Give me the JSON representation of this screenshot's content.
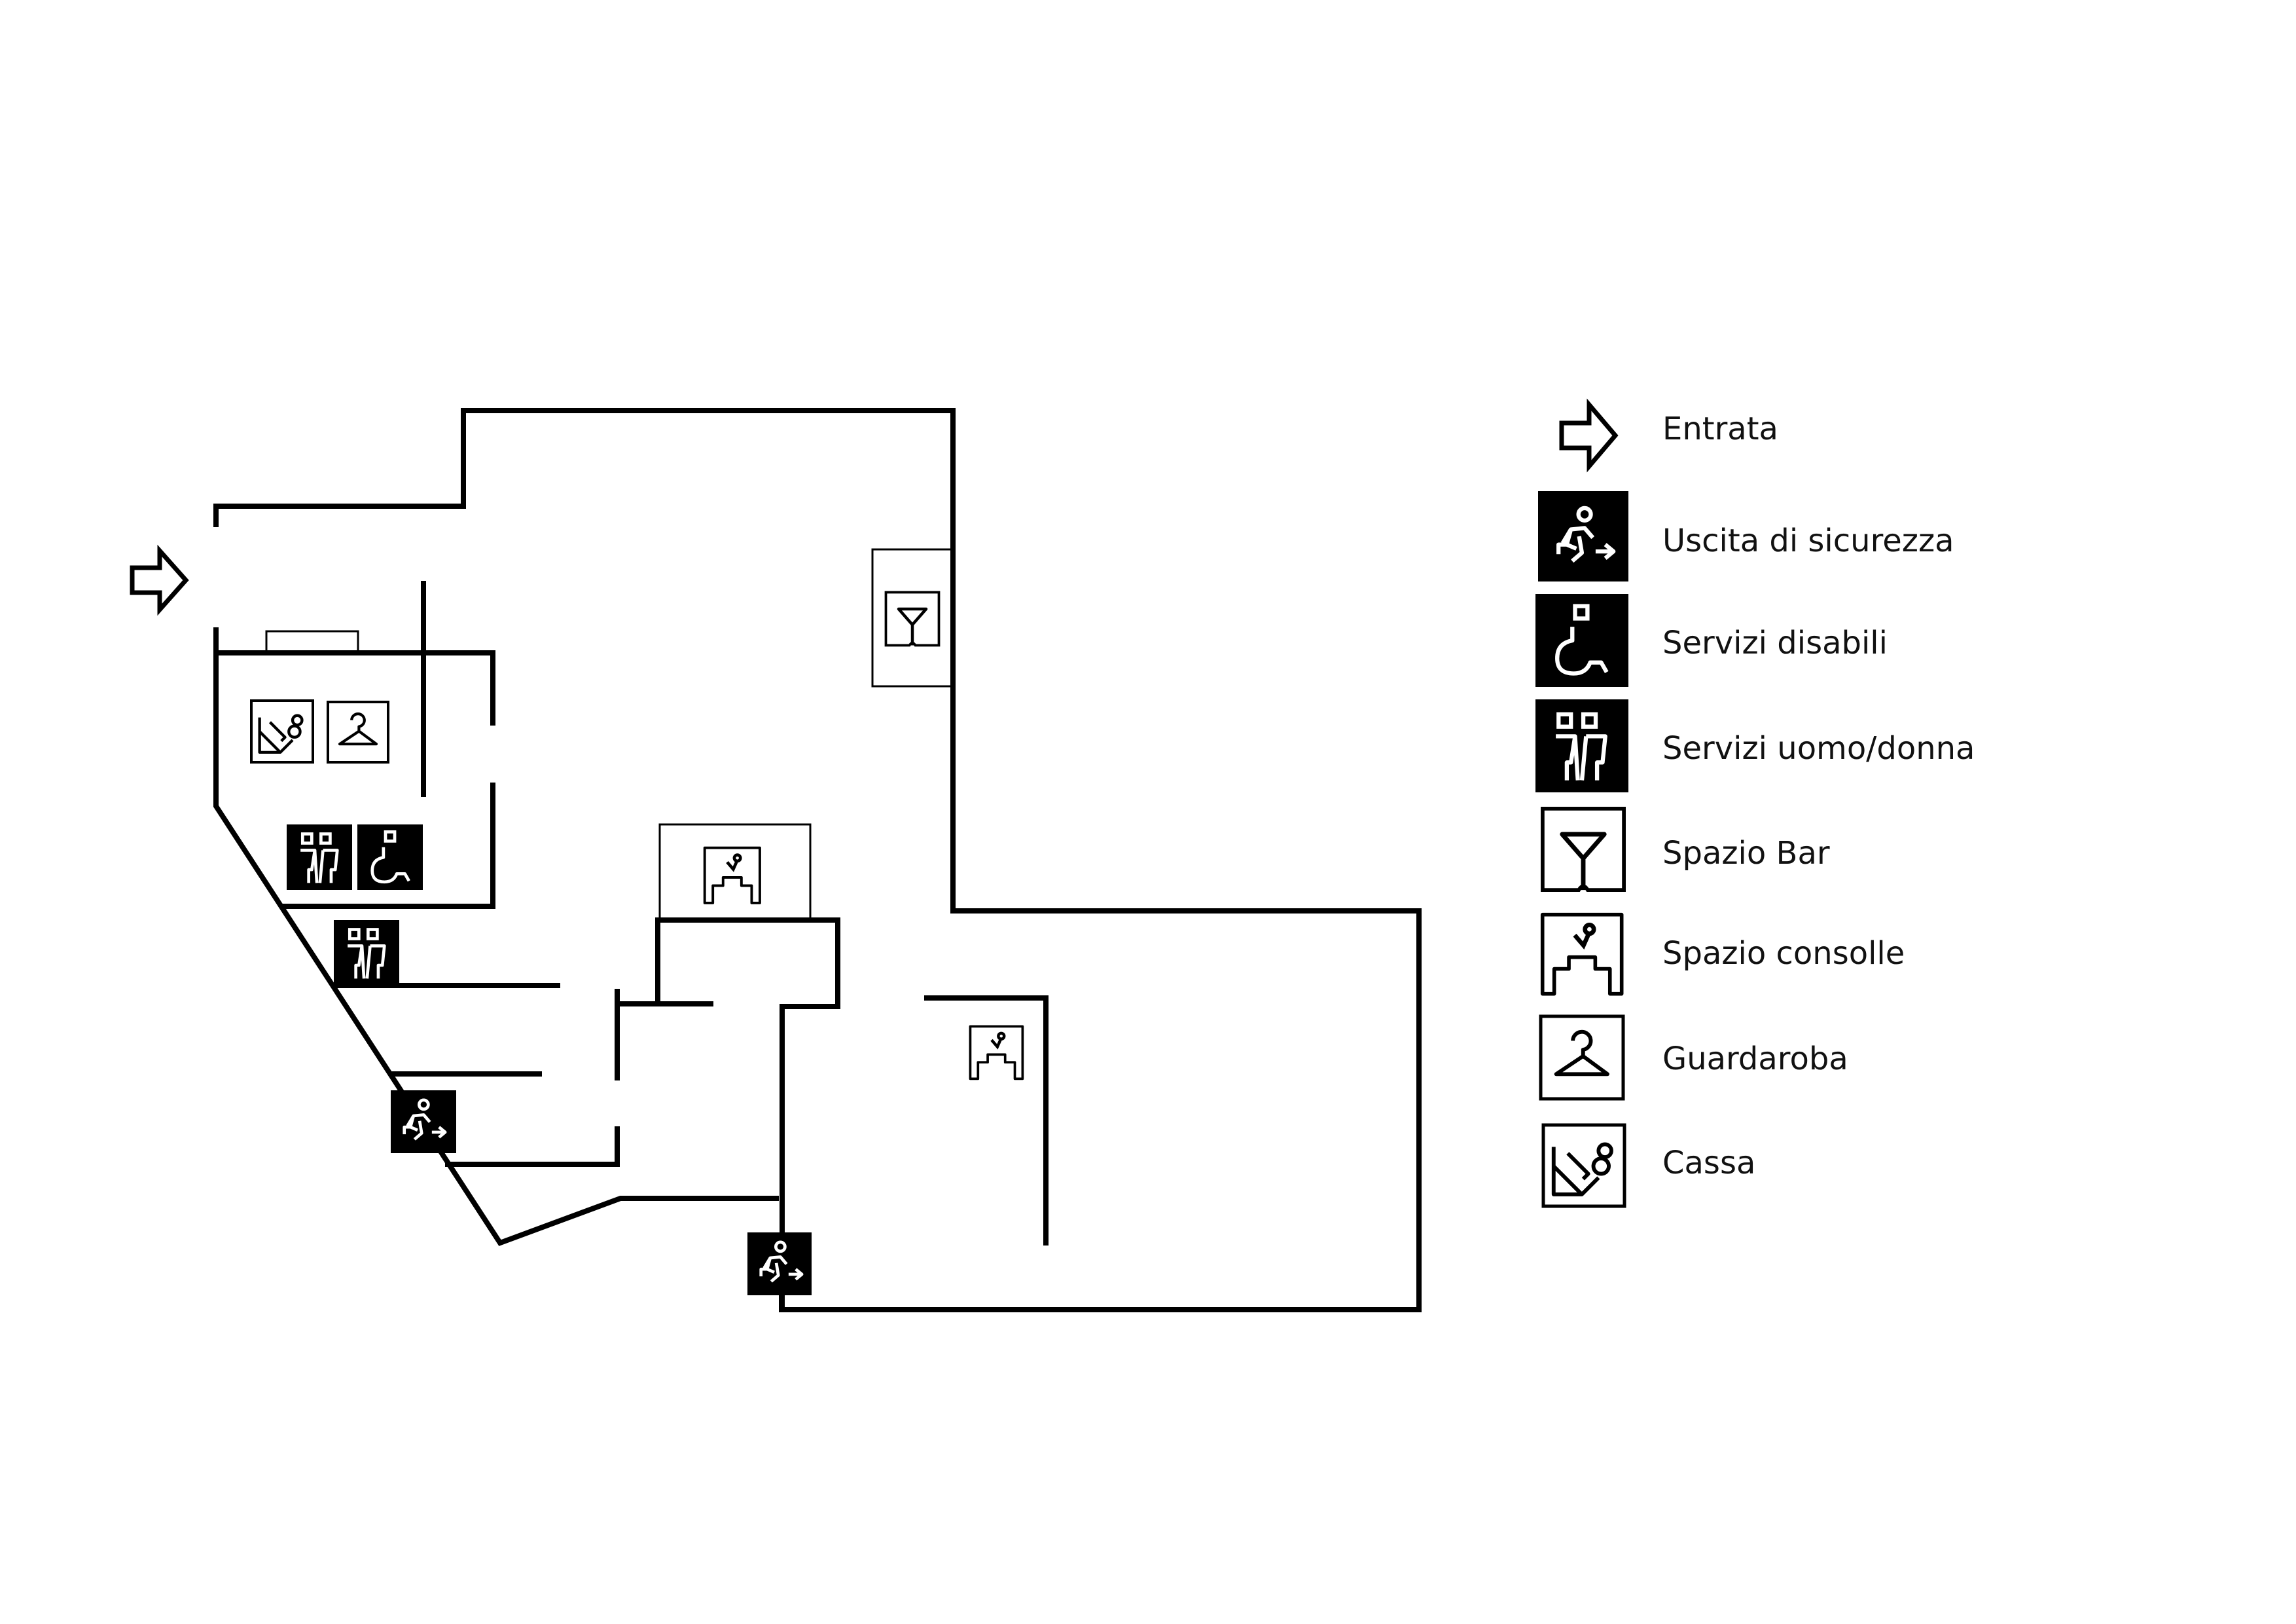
{
  "floorplan": {
    "icons": [
      {
        "icon": "entrance-arrow-icon"
      },
      {
        "icon": "bar-glass-icon"
      },
      {
        "icon": "cashier-icon"
      },
      {
        "icon": "coat-hanger-icon"
      },
      {
        "icon": "restroom-icon"
      },
      {
        "icon": "wheelchair-icon"
      },
      {
        "icon": "restroom-icon"
      },
      {
        "icon": "emergency-exit-icon"
      },
      {
        "icon": "dj-console-icon"
      },
      {
        "icon": "dj-console-icon"
      },
      {
        "icon": "emergency-exit-icon"
      }
    ],
    "colors": {
      "ink": "#000000",
      "paper": "#ffffff"
    }
  },
  "legend": {
    "items": [
      {
        "icon": "entrance-arrow-icon",
        "label": "Entrata"
      },
      {
        "icon": "emergency-exit-icon",
        "label": "Uscita di sicurezza"
      },
      {
        "icon": "wheelchair-icon",
        "label": "Servizi disabili"
      },
      {
        "icon": "restroom-icon",
        "label": "Servizi uomo/donna"
      },
      {
        "icon": "bar-glass-icon",
        "label": "Spazio Bar"
      },
      {
        "icon": "dj-console-icon",
        "label": "Spazio consolle"
      },
      {
        "icon": "coat-hanger-icon",
        "label": "Guardaroba"
      },
      {
        "icon": "cashier-icon",
        "label": "Cassa"
      }
    ]
  }
}
